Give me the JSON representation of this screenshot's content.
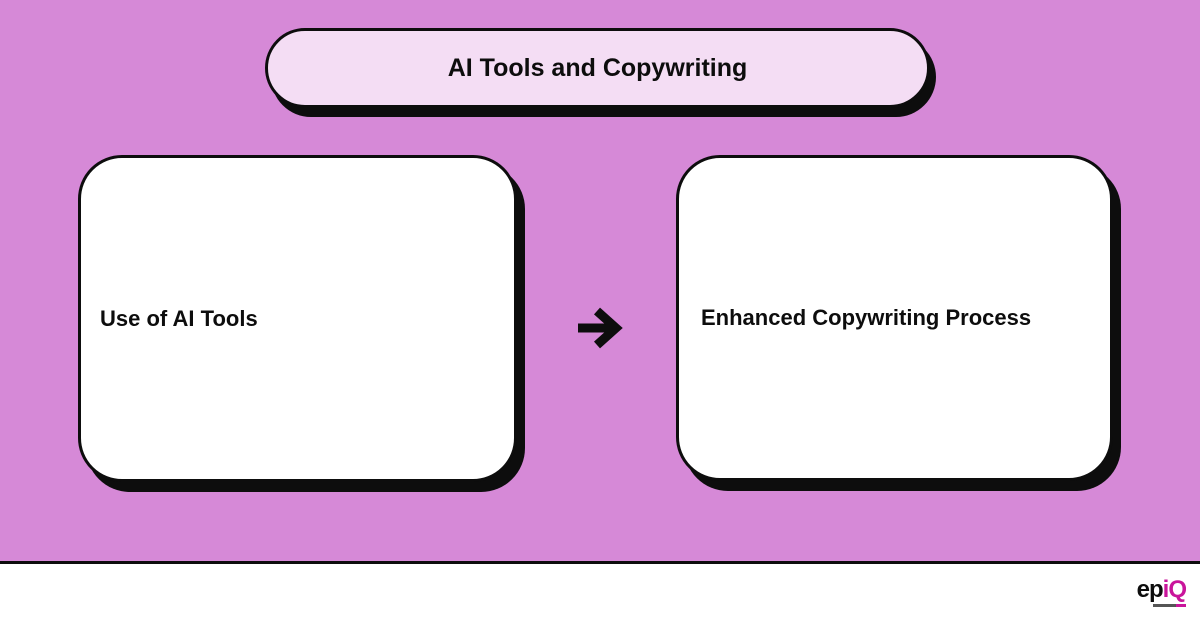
{
  "colors": {
    "bg": "#d689d7",
    "pill_fill": "#f4ddf4",
    "node_fill": "#ffffff",
    "ink": "#0d0d0d",
    "footer_bg": "#ffffff",
    "brand_magenta": "#c9159b"
  },
  "title": {
    "label": "AI Tools and Copywriting"
  },
  "nodes": [
    {
      "label": "Use of AI Tools"
    },
    {
      "label": "Enhanced Copywriting Process"
    }
  ],
  "connector": {
    "icon": "arrow-right-icon"
  },
  "footer": {
    "logo_prefix": "ep",
    "logo_accent": "iQ"
  }
}
